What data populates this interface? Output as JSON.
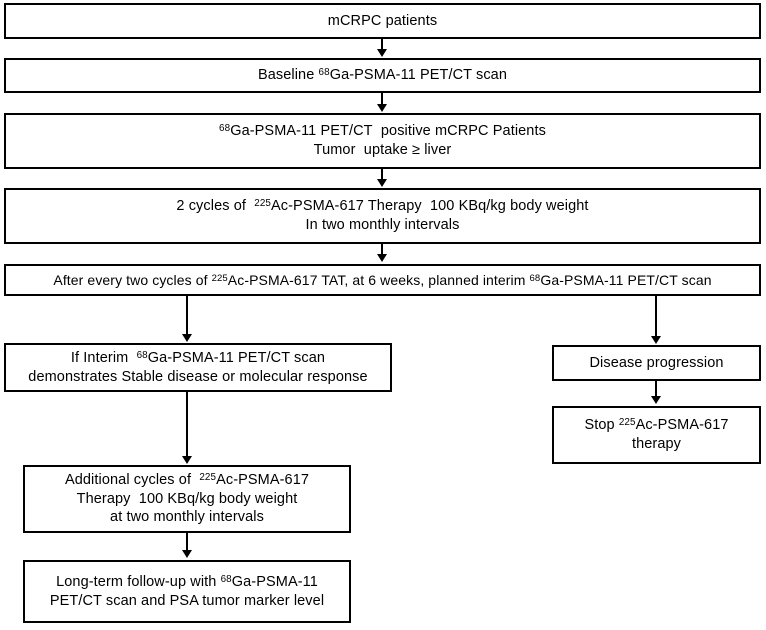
{
  "diagram": {
    "title": "mCRPC 225Ac-PSMA-617 therapy flowchart",
    "background_color": "#ffffff",
    "line_color": "#000000",
    "text_color": "#000000",
    "nodes": [
      {
        "id": "mcrpc-patients",
        "label": "mCRPC patients",
        "html": "mCRPC patients"
      },
      {
        "id": "baseline-scan",
        "label": "Baseline 68Ga-PSMA-11 PET/CT scan",
        "html": "Baseline <sup>68</sup>Ga-PSMA-11 PET/CT scan"
      },
      {
        "id": "psma-positive",
        "label": "68Ga-PSMA-11 PET/CT  positive mCRPC Patients / Tumor  uptake ≥ liver",
        "html": "<sup>68</sup>Ga-PSMA-11 PET/CT&nbsp; positive mCRPC Patients<br>Tumor&nbsp; uptake ≥ liver"
      },
      {
        "id": "two-cycles",
        "label": "2 cycles of 225Ac-PSMA-617 Therapy 100 KBq/kg body weight / In two monthly intervals",
        "html": "2 cycles of&nbsp; <sup>225</sup>Ac-PSMA-617 Therapy&nbsp; 100 KBq/kg body weight<br>In&nbsp;two monthly&nbsp;intervals"
      },
      {
        "id": "interim-scan-planned",
        "label": "After every two cycles of 225Ac-PSMA-617 TAT, at 6 weeks, planned interim 68Ga-PSMA-11 PET/CT scan",
        "html": "After every&nbsp;two cycles of <sup>225</sup>Ac-PSMA-617 TAT, at 6 weeks, planned interim <sup>68</sup>Ga-PSMA-11 PET/CT scan"
      },
      {
        "id": "stable-or-response",
        "label": "If Interim 68Ga-PSMA-11 PET/CT scan demonstrates Stable disease or molecular response",
        "html": "If Interim&nbsp; <sup>68</sup>Ga-PSMA-11 PET/CT scan<br>demonstrates Stable disease or molecular&nbsp;response"
      },
      {
        "id": "disease-progression",
        "label": "Disease progression",
        "html": "Disease progression"
      },
      {
        "id": "stop-therapy",
        "label": "Stop 225Ac-PSMA-617 therapy",
        "html": "Stop <sup>225</sup>Ac-PSMA-617<br>therapy"
      },
      {
        "id": "additional-cycles",
        "label": "Additional cycles of 225Ac-PSMA-617 Therapy 100 KBq/kg body weight at two monthly intervals",
        "html": "Additional cycles of&nbsp; <sup>225</sup>Ac-PSMA-617<br>Therapy&nbsp; 100 KBq/kg body weight<br>at two monthly&nbsp;intervals"
      },
      {
        "id": "long-term-followup",
        "label": "Long-term follow-up with 68Ga-PSMA-11 PET/CT scan and PSA tumor marker level",
        "html": "Long-term follow-up&nbsp;with <sup>68</sup>Ga-PSMA-11<br>PET/CT scan and PSA tumor&nbsp;marker level"
      }
    ],
    "edges": [
      {
        "id": "e1",
        "from": "mcrpc-patients",
        "to": "baseline-scan"
      },
      {
        "id": "e2",
        "from": "baseline-scan",
        "to": "psma-positive"
      },
      {
        "id": "e3",
        "from": "psma-positive",
        "to": "two-cycles"
      },
      {
        "id": "e4",
        "from": "two-cycles",
        "to": "interim-scan-planned"
      },
      {
        "id": "e5",
        "from": "interim-scan-planned",
        "to": "stable-or-response"
      },
      {
        "id": "e6",
        "from": "interim-scan-planned",
        "to": "disease-progression"
      },
      {
        "id": "e7",
        "from": "disease-progression",
        "to": "stop-therapy"
      },
      {
        "id": "e8",
        "from": "stable-or-response",
        "to": "additional-cycles"
      },
      {
        "id": "e9",
        "from": "additional-cycles",
        "to": "long-term-followup"
      }
    ]
  }
}
